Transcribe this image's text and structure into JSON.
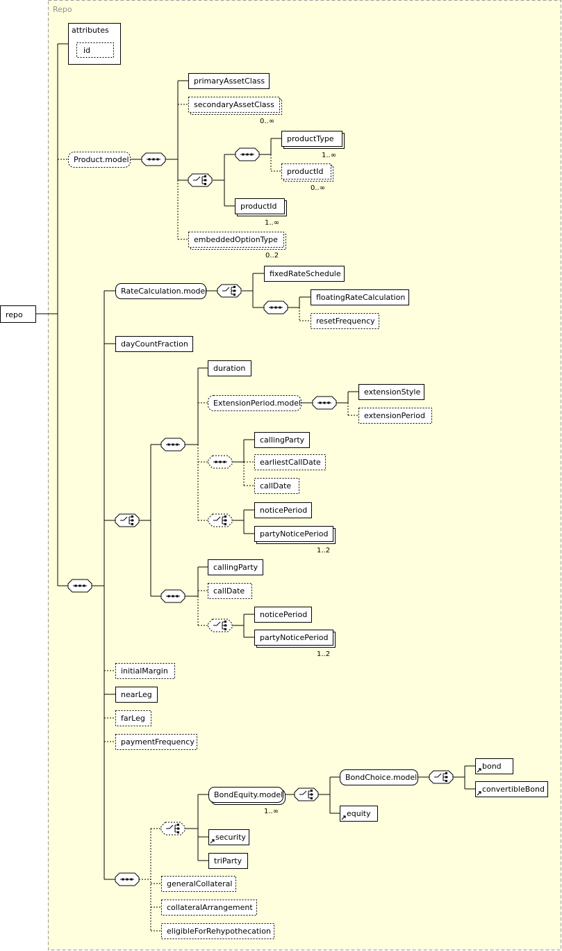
{
  "group_title": "Repo",
  "root": "repo",
  "attributes": {
    "label": "attributes",
    "items": [
      "id"
    ]
  },
  "elements": {
    "primaryAssetClass": "primaryAssetClass",
    "secondaryAssetClass": "secondaryAssetClass",
    "productModel": "Product.model",
    "productType": "productType",
    "productId1": "productId",
    "productId2": "productId",
    "embeddedOptionType": "embeddedOptionType",
    "rateCalculationModel": "RateCalculation.model",
    "fixedRateSchedule": "fixedRateSchedule",
    "floatingRateCalculation": "floatingRateCalculation",
    "resetFrequency": "resetFrequency",
    "dayCountFraction": "dayCountFraction",
    "duration": "duration",
    "extensionPeriodModel": "ExtensionPeriod.model",
    "extensionStyle": "extensionStyle",
    "extensionPeriod": "extensionPeriod",
    "callingParty1": "callingParty",
    "earliestCallDate": "earliestCallDate",
    "callDate1": "callDate",
    "noticePeriod1": "noticePeriod",
    "partyNoticePeriod1": "partyNoticePeriod",
    "callingParty2": "callingParty",
    "callDate2": "callDate",
    "noticePeriod2": "noticePeriod",
    "partyNoticePeriod2": "partyNoticePeriod",
    "initialMargin": "initialMargin",
    "nearLeg": "nearLeg",
    "farLeg": "farLeg",
    "paymentFrequency": "paymentFrequency",
    "bondEquityModel": "BondEquity.model",
    "bondChoiceModel": "BondChoice.model",
    "bond": "bond",
    "convertibleBond": "convertibleBond",
    "equity": "equity",
    "security": "security",
    "triParty": "triParty",
    "generalCollateral": "generalCollateral",
    "collateralArrangement": "collateralArrangement",
    "eligibleForRehypothecation": "eligibleForRehypothecation"
  },
  "cardinalities": {
    "secondaryAssetClass": "0..∞",
    "productType": "1..∞",
    "productId1": "0..∞",
    "productId2": "1..∞",
    "embeddedOptionType": "0..2",
    "partyNoticePeriod1": "1..2",
    "partyNoticePeriod2": "1..2",
    "bondEquityModel": "1..∞"
  },
  "colors": {
    "group_fill": "#ffffdd",
    "group_border": "#9a9a9a",
    "group_title": "#8f8f8f",
    "box_fill": "#ffffff",
    "line": "#000000"
  }
}
